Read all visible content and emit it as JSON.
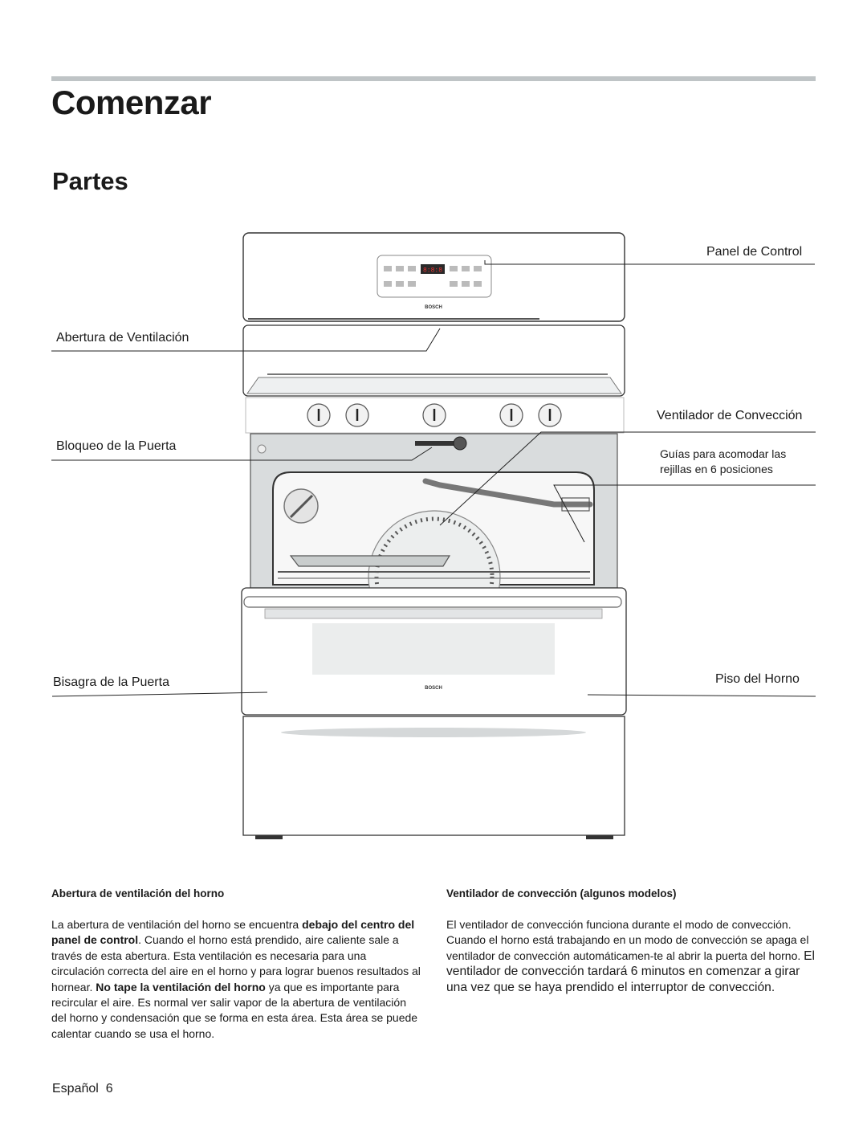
{
  "header": {
    "title": "Comenzar",
    "subtitle": "Partes"
  },
  "callouts": {
    "panel_control": "Panel de Control",
    "abertura": "Abertura de Ventilación",
    "ventilador": "Ventilador de Convección",
    "guias": "Guías para acomodar las rejillas en 6 posiciones",
    "bloqueo": "Bloqueo de la Puerta",
    "bisagra": "Bisagra de la Puerta",
    "piso": "Piso del Horno"
  },
  "oven": {
    "brand": "BOSCH",
    "display": "8:8:8"
  },
  "sections": {
    "left": {
      "title": "Abertura de ventilación del horno",
      "p1": "La abertura de ventilación del horno se encuentra ",
      "b1": "debajo del centro del panel de control",
      "p2": ". Cuando el horno está prendido, aire caliente sale a través de esta abertura. Esta ventilación es necesaria para una circulación correcta del aire en el horno y para lograr buenos resultados al hornear. ",
      "b2": "No tape la ventilación del horno",
      "p3": " ya que es importante para recircular el aire. Es normal ver salir vapor de la abertura de ventilación del horno y condensación que se forma en esta área. Esta área se puede calentar cuando se usa el horno."
    },
    "right": {
      "title": "Ventilador de convección (algunos modelos)",
      "p1": "El ventilador de convección funciona durante el modo de convección. Cuando el horno está trabajando en un modo de convección se apaga el ventilador de convección automáticamen-te al abrir la puerta del horno. ",
      "p2": "El ventilador de convección tardará 6 minutos en comenzar a girar una vez que se haya prendido el interruptor de convección."
    }
  },
  "footer": {
    "language": "Español",
    "page": "6"
  }
}
